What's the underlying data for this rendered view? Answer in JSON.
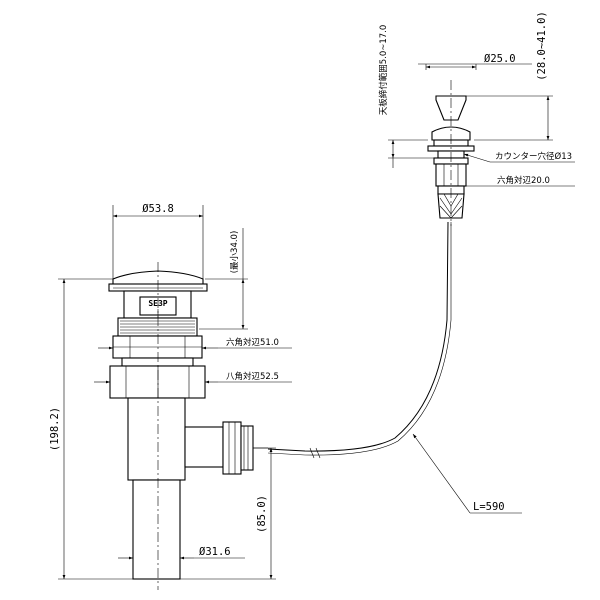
{
  "diagram": {
    "drain_top_diameter": "Ø53.8",
    "min_height": "(最小34.0)",
    "hex_nut_51": "六角対辺51.0",
    "oct_nut_52": "八角対辺52.5",
    "overall_height": "(198.2)",
    "drain_height": "(85.0)",
    "tailpiece_diameter": "Ø31.6",
    "cable_length": "L=590",
    "knob_diameter": "Ø25.0",
    "knob_height_range": "(28.0~41.0)",
    "counter_thickness": "天板締付範囲5.0~17.0",
    "counter_hole": "カウンター穴径Ø13",
    "hex_nut_20": "六角対辺20.0",
    "body_stamp": "SE3P"
  }
}
